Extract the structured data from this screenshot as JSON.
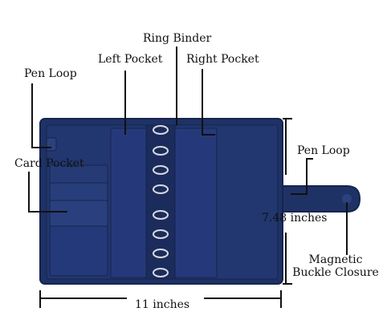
{
  "labels": {
    "ring_binder": "Ring Binder",
    "left_pocket": "Left Pocket",
    "right_pocket": "Right Pocket",
    "pen_loop_left": "Pen Loop",
    "card_pocket": "Card Pocket",
    "pen_loop_right": "Pen Loop",
    "height_dimension": "7.48 inches",
    "magnetic_line1": "Magnetic",
    "magnetic_line2": "Buckle Closure",
    "width_dimension": "11 inches"
  },
  "colors": {
    "binder_body": "#1f3266",
    "binder_edge": "#16244d",
    "binder_highlight": "#2c417c",
    "rings": "#d9d9de",
    "callout_lines": "#111111"
  }
}
